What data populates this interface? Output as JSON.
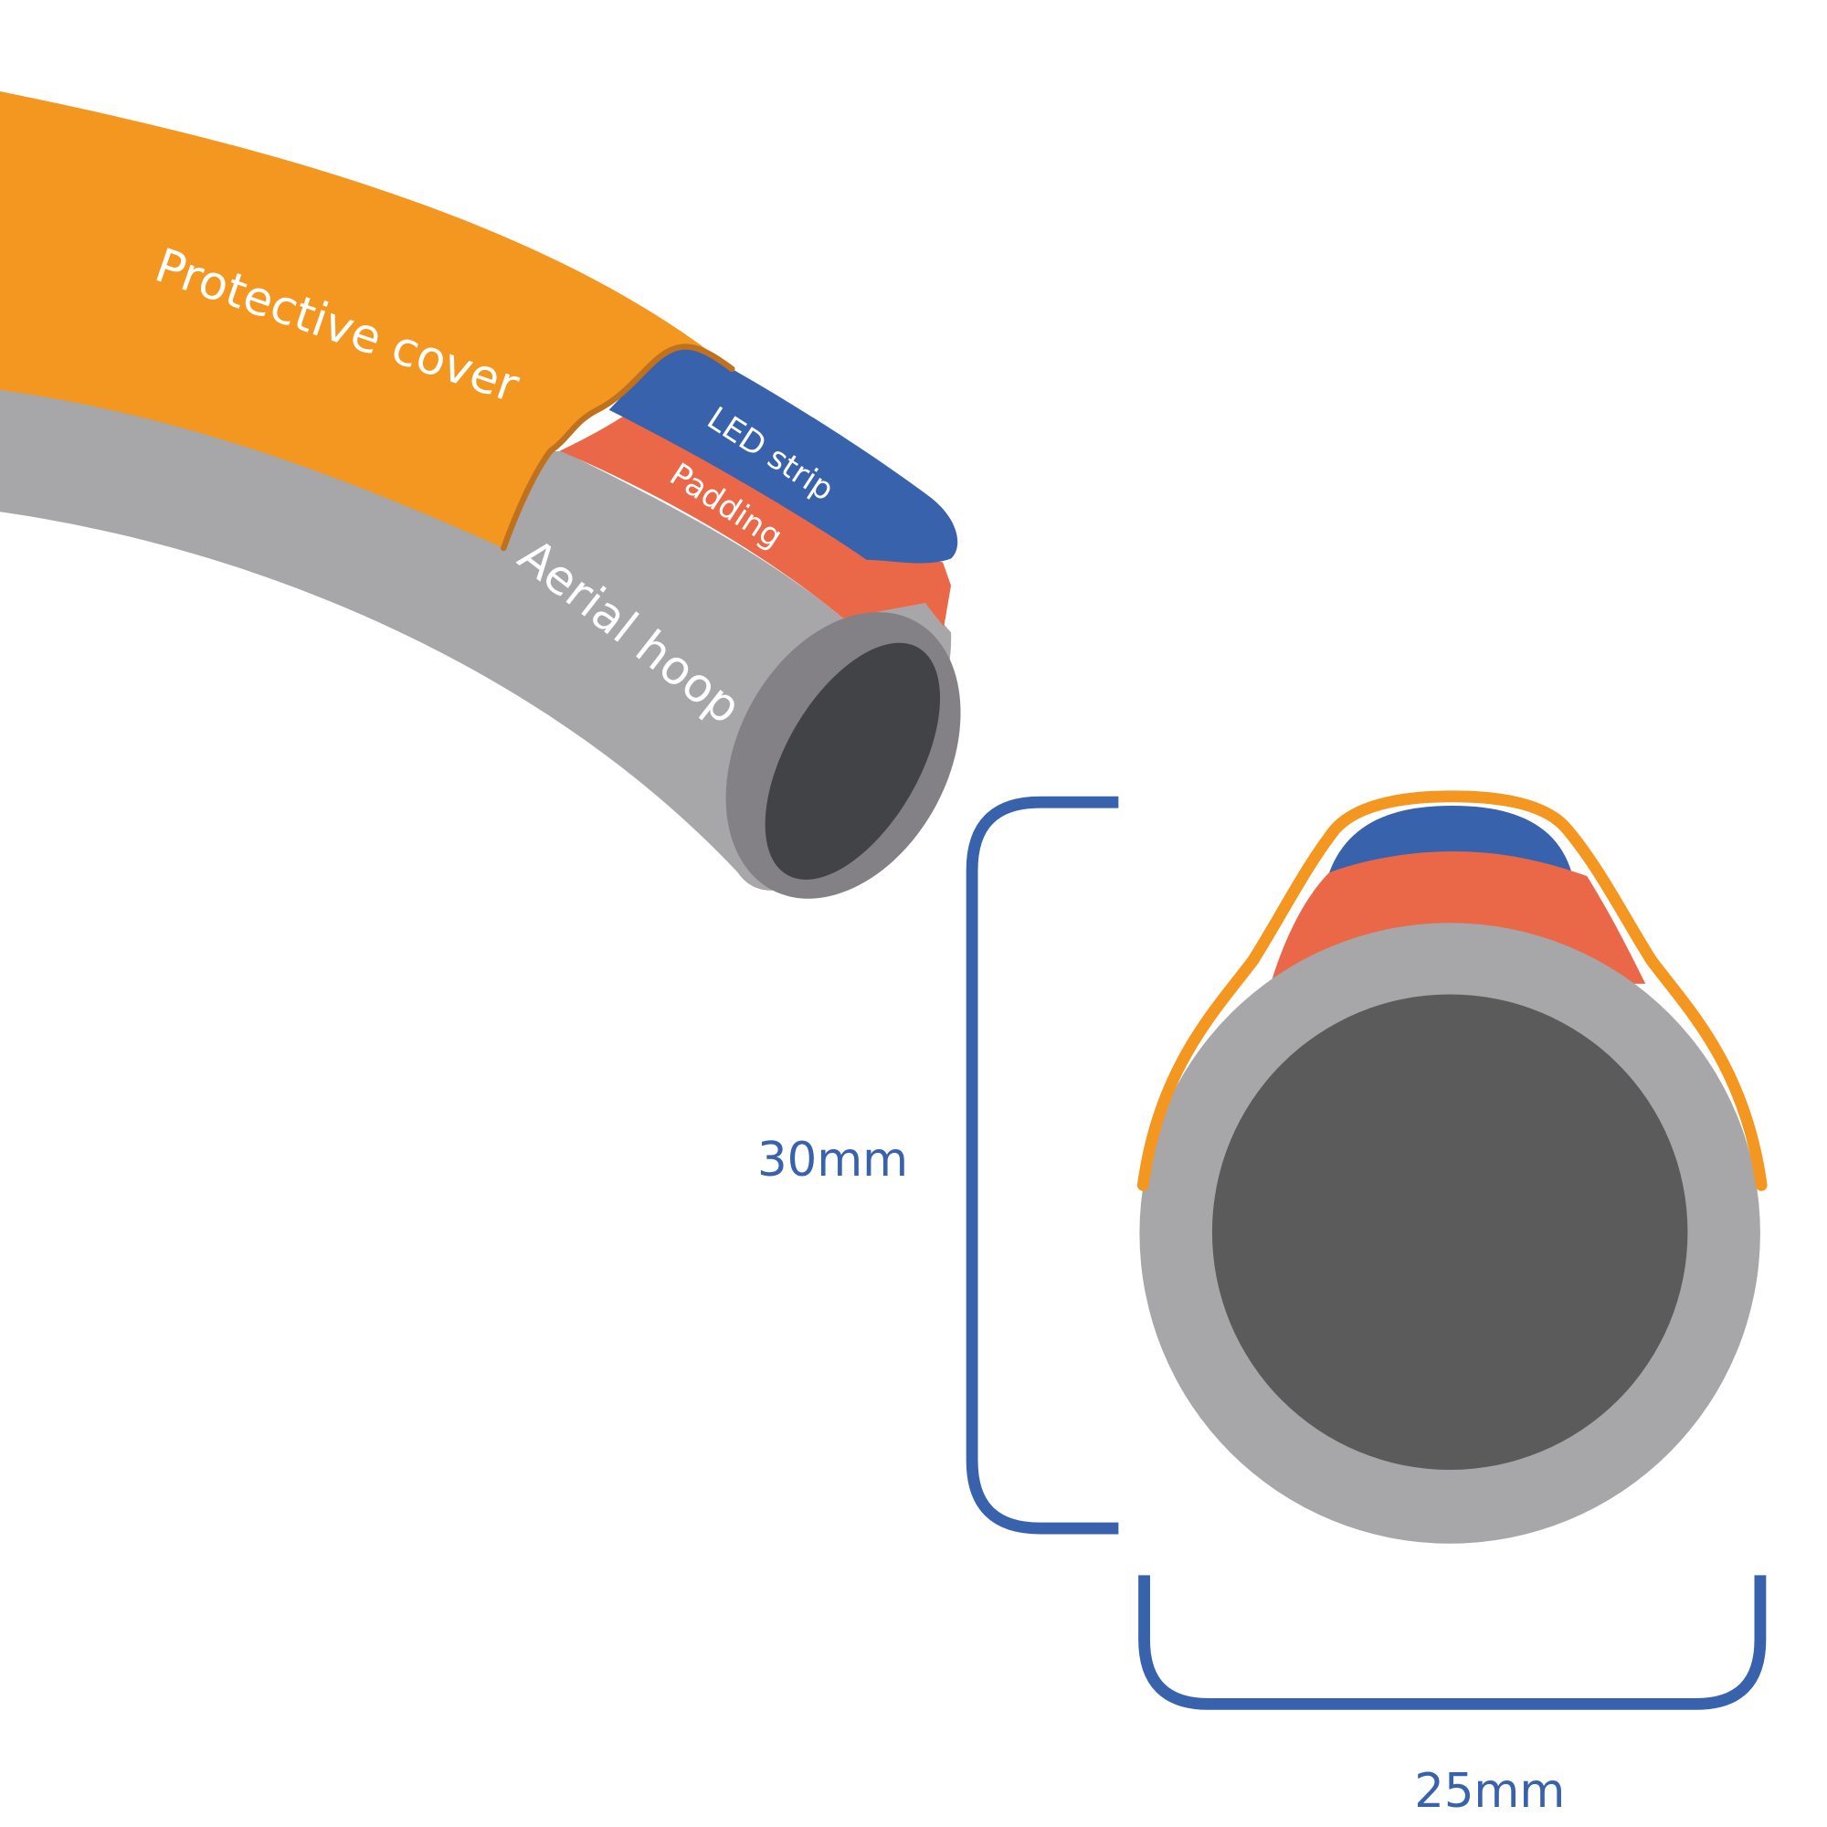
{
  "title": "Aerial hoop LED cover cross-section diagram",
  "labels": {
    "protective_cover": "Protective cover",
    "led_strip": "LED strip",
    "padding": "Padding",
    "aerial_hoop": "Aerial hoop"
  },
  "dimensions": {
    "height": "30mm",
    "width": "25mm"
  },
  "colors": {
    "cover": "#F39721",
    "cover_edge": "#C0711E",
    "led_strip": "#3862AC",
    "padding": "#EA6748",
    "hoop": "#A7A6A8",
    "hoop_end_ring": "#838185",
    "hoop_end_hole": "#424347",
    "hoop_core": "#5B5B5B",
    "dimension": "#3862AC",
    "background": "#FFFFFF"
  }
}
